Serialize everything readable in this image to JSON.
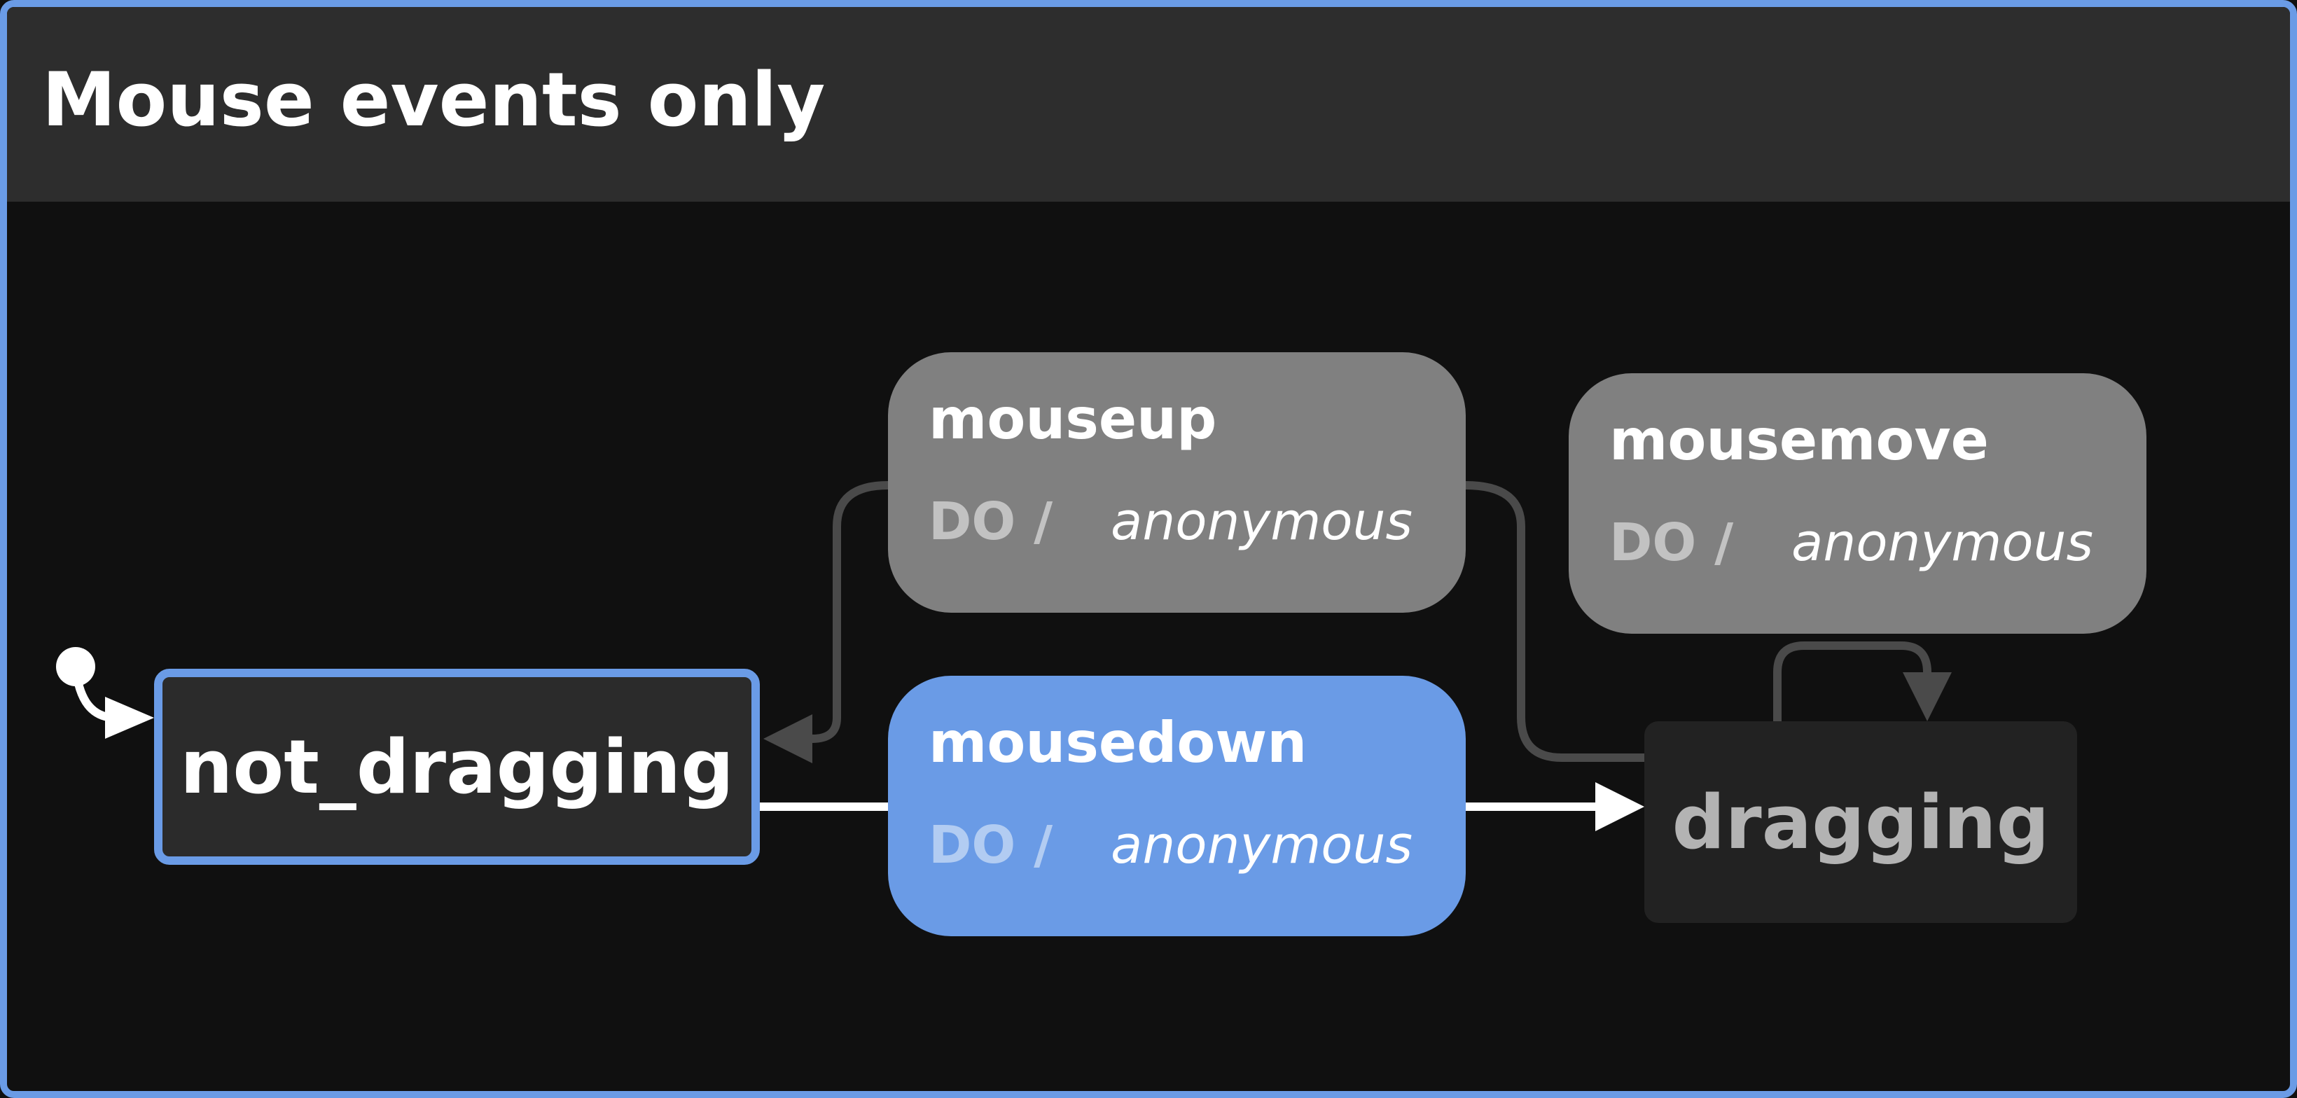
{
  "machine": {
    "title": "Mouse events only"
  },
  "states": {
    "not_dragging": "not_dragging",
    "dragging": "dragging"
  },
  "events": {
    "mouseup": {
      "name": "mouseup",
      "do_label": "DO /",
      "action": "anonymous"
    },
    "mousedown": {
      "name": "mousedown",
      "do_label": "DO /",
      "action": "anonymous"
    },
    "mousemove": {
      "name": "mousemove",
      "do_label": "DO /",
      "action": "anonymous"
    }
  },
  "colors": {
    "accent": "#6a9be6",
    "header": "#2d2d2d",
    "background": "#101010",
    "event_gray": "#808080",
    "edge_gray": "#4a4a4a"
  }
}
